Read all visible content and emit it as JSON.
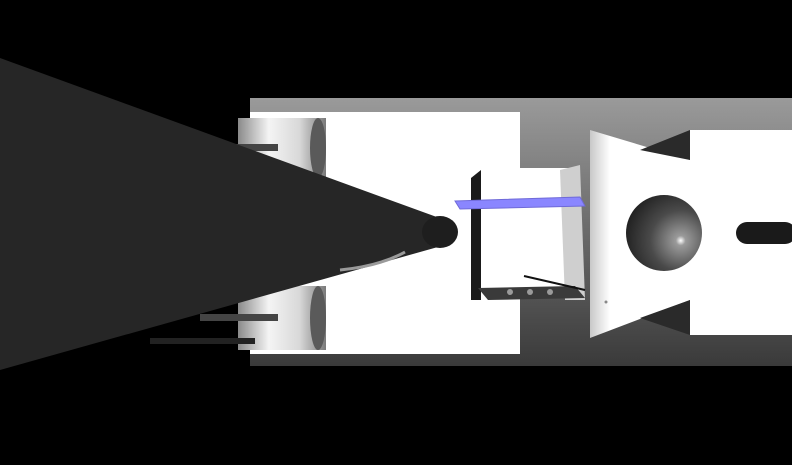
{
  "viewport": {
    "kind": "3d-render-viewport",
    "background_color": "#000000"
  },
  "scene": {
    "objects": [
      {
        "name": "chamber-wall",
        "color": "#ffffff"
      },
      {
        "name": "chamber-floor-gradient",
        "color": "#6a6a6a"
      },
      {
        "name": "dark-cone-tip",
        "color": "#262626"
      },
      {
        "name": "cylindrical-clamp-top",
        "color": "#e6e6e6"
      },
      {
        "name": "cylindrical-clamp-bottom",
        "color": "#e6e6e6"
      },
      {
        "name": "sample-holder-frame",
        "color": "#1a1a1a"
      },
      {
        "name": "blue-sample-plate",
        "color": "#8a86ff"
      },
      {
        "name": "perforated-base-plate",
        "color": "#333333"
      },
      {
        "name": "pyramid-shield",
        "color": "#ffffff"
      },
      {
        "name": "metal-sphere",
        "color": "#3a3a3a"
      },
      {
        "name": "right-rod",
        "color": "#1a1a1a"
      }
    ]
  }
}
